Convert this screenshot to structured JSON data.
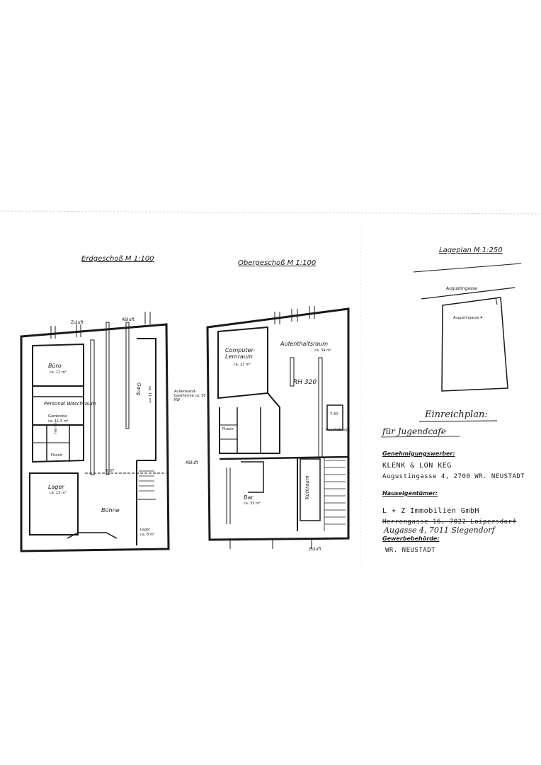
{
  "plans": {
    "ground_floor": {
      "title": "Erdgeschoß M 1:100",
      "rooms": {
        "office": "Büro",
        "office_area": "ca. 11 m²",
        "staff_washroom": "Personal Waschraum",
        "staff_wardrobe": "Garderobe",
        "staff_area": "ca. 11,5 m²",
        "corridor": "Gang",
        "corridor_area": "ca. 11 m²",
        "men": "Herren",
        "pissoir": "Pissoir",
        "storage": "Lager",
        "storage_area": "ca. 12 m²",
        "stage": "Bühne",
        "storage2": "Lager",
        "storage2_area": "ca. 8 m²",
        "supply_air": "Zuluft",
        "exhaust_air": "Abluft",
        "dim_stage": "6.07"
      }
    },
    "upper_floor": {
      "title": "Obergeschoß M 1:100",
      "rooms": {
        "computer_room": "Computer-Lernraum",
        "computer_area": "ca. 22 m²",
        "lounge": "Aufenthaltsraum",
        "lounge_area": "ca. 34 m²",
        "ceiling_height": "RH 320",
        "outdoor_unit": "Außenwand-Gastherme ca. 50 KW",
        "exhaust_air": "Abluft",
        "bar": "Bar",
        "bar_area": "ca. 33 m²",
        "cold_room": "Kühlraum",
        "supply_air": "Zuluft",
        "pissoir": "Pissoir",
        "smoke_extraction": "Rauchabzug",
        "dim_box": "7.30"
      }
    },
    "site_plan": {
      "title": "Lageplan M 1:250",
      "street": "Augustingasse",
      "plot_label": "Augustingasse 4"
    }
  },
  "title_block": {
    "heading": "Einreichplan:",
    "purpose": "für Jugendcafe",
    "applicant_label": "Genehmigungswerber:",
    "applicant_name": "KLENK & LON KEG",
    "applicant_address": "Augustingasse 4, 2700 WR. NEUSTADT",
    "owner_label": "Hauseigentümer:",
    "owner_name": "L + Z Immobilien GmbH",
    "owner_address_old": "Herrengasse 16, 7022 Loipersdorf",
    "owner_address_new": "Augasse 4, 7011 Siegendorf",
    "authority_label": "Gewerbebehörde:",
    "authority_name": "WR. NEUSTADT"
  }
}
